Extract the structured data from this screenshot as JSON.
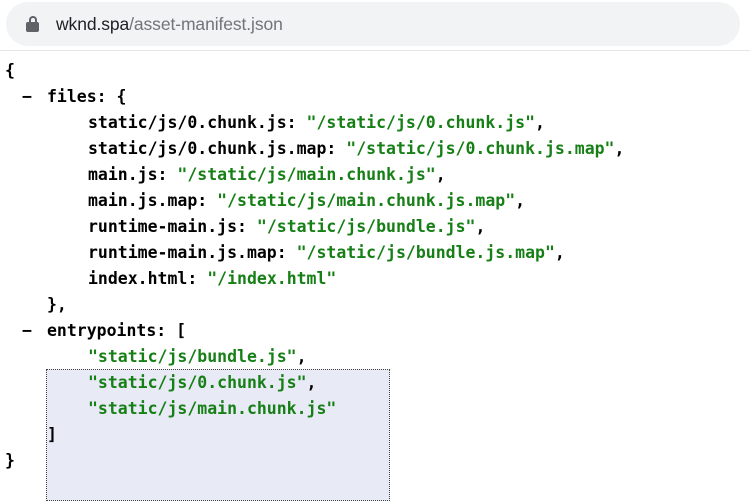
{
  "browser": {
    "lock_icon": "lock-icon",
    "url_host": "wknd.spa",
    "url_path": "/asset-manifest.json"
  },
  "json_document": {
    "collapse_glyph": "−",
    "lines": [
      {
        "indent": 0,
        "toggle": false,
        "key": "",
        "sep": "",
        "value": "",
        "punct": "{"
      },
      {
        "indent": 1,
        "toggle": true,
        "key": "files",
        "sep": ": ",
        "value": "",
        "punct": "{"
      },
      {
        "indent": 2,
        "toggle": false,
        "key": "static/js/0.chunk.js",
        "sep": ": ",
        "value": "\"/static/js/0.chunk.js\"",
        "punct": ","
      },
      {
        "indent": 2,
        "toggle": false,
        "key": "static/js/0.chunk.js.map",
        "sep": ": ",
        "value": "\"/static/js/0.chunk.js.map\"",
        "punct": ","
      },
      {
        "indent": 2,
        "toggle": false,
        "key": "main.js",
        "sep": ": ",
        "value": "\"/static/js/main.chunk.js\"",
        "punct": ","
      },
      {
        "indent": 2,
        "toggle": false,
        "key": "main.js.map",
        "sep": ": ",
        "value": "\"/static/js/main.chunk.js.map\"",
        "punct": ","
      },
      {
        "indent": 2,
        "toggle": false,
        "key": "runtime-main.js",
        "sep": ": ",
        "value": "\"/static/js/bundle.js\"",
        "punct": ","
      },
      {
        "indent": 2,
        "toggle": false,
        "key": "runtime-main.js.map",
        "sep": ": ",
        "value": "\"/static/js/bundle.js.map\"",
        "punct": ","
      },
      {
        "indent": 2,
        "toggle": false,
        "key": "index.html",
        "sep": ": ",
        "value": "\"/index.html\"",
        "punct": ""
      },
      {
        "indent": 1,
        "toggle": false,
        "key": "",
        "sep": "",
        "value": "",
        "punct": "},"
      },
      {
        "indent": 1,
        "toggle": true,
        "key": "entrypoints",
        "sep": ": ",
        "value": "",
        "punct": "["
      },
      {
        "indent": 2,
        "toggle": false,
        "key": "",
        "sep": "",
        "value": "\"static/js/bundle.js\"",
        "punct": ","
      },
      {
        "indent": 2,
        "toggle": false,
        "key": "",
        "sep": "",
        "value": "\"static/js/0.chunk.js\"",
        "punct": ","
      },
      {
        "indent": 2,
        "toggle": false,
        "key": "",
        "sep": "",
        "value": "\"static/js/main.chunk.js\"",
        "punct": ""
      },
      {
        "indent": 1,
        "toggle": false,
        "key": "",
        "sep": "",
        "value": "",
        "punct": "]"
      },
      {
        "indent": 0,
        "toggle": false,
        "key": "",
        "sep": "",
        "value": "",
        "punct": "}"
      }
    ],
    "selection": {
      "label": "entrypoints-selection",
      "background_color": "#e8eaf6",
      "border_color": "#444444"
    },
    "colors": {
      "key": "#000000",
      "value": "#167f16",
      "punctuation": "#000000"
    }
  }
}
